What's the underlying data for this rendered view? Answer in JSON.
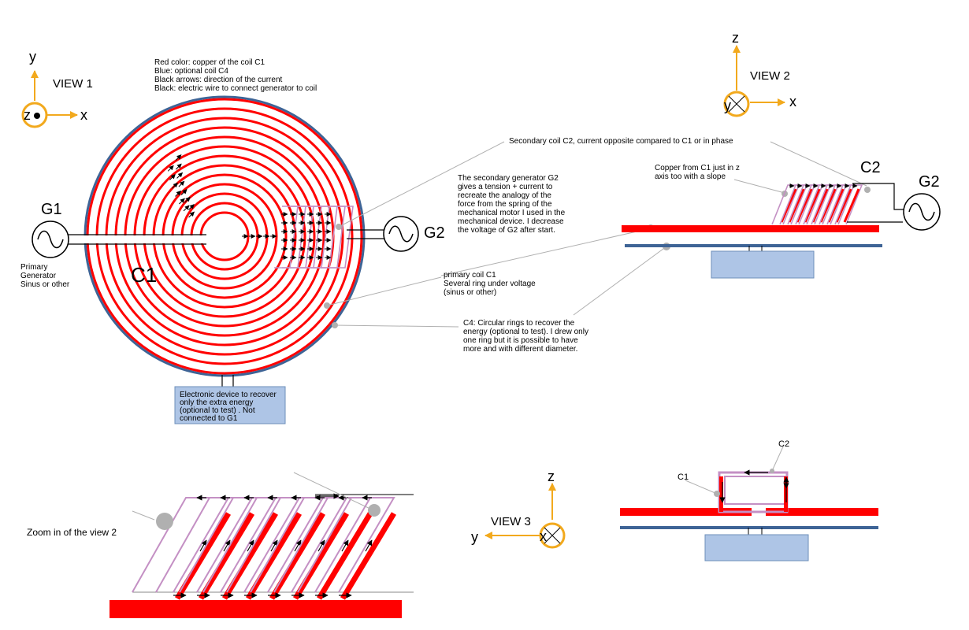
{
  "colors": {
    "copper": "#ff0000",
    "blue_ring": "#3e6496",
    "c2": "#c490c4",
    "axis": "#f2a91d",
    "leader": "#b0b0b0",
    "box_fill": "#aec5e6"
  },
  "legend": [
    "Red color: copper of the coil C1",
    "Blue: optional coil C4",
    "Black arrows: direction of the current",
    "Black: electric wire to connect generator to coil"
  ],
  "view1": {
    "axis_y": "y",
    "axis_x": "x",
    "axis_z": "z",
    "title": "VIEW 1",
    "coil_label": "C1",
    "g1_label": "G1",
    "g1_desc": [
      "Primary",
      "Generator",
      "Sinus or other"
    ],
    "g2_label": "G2",
    "device_box": [
      "Electronic device to recover",
      "only the extra energy",
      "(optional to test) . Not",
      "connected to G1"
    ]
  },
  "view2": {
    "axis_z": "z",
    "axis_x": "x",
    "axis_y": "y",
    "title": "VIEW 2",
    "c2_label": "C2",
    "g2_label": "G2",
    "copper_note": [
      "Copper from C1 just in z",
      "axis too with a slope"
    ]
  },
  "annotations": {
    "secondary_coil": "Secondary coil C2, current opposite compared to C1 or in phase",
    "g2_note": [
      "The secondary generator G2",
      "gives a tension + current to",
      "recreate the analogy of the",
      "force from the spring of the",
      "mechanical motor I used in the",
      "mechanical device. I decrease",
      "the voltage of G2 after start."
    ],
    "primary_coil": [
      "primary coil C1",
      "Several ring under voltage",
      " (sinus or other)"
    ],
    "c4_note": [
      "C4: Circular rings to recover the",
      "energy (optional to test). I drew only",
      "one ring but it is possible to have",
      "more and with different diameter."
    ]
  },
  "zoom": {
    "label": "Zoom in of the view 2"
  },
  "view3": {
    "axis_z": "z",
    "axis_y": "y",
    "axis_x": "x",
    "title": "VIEW 3",
    "c1_label": "C1",
    "c2_label": "C2"
  }
}
